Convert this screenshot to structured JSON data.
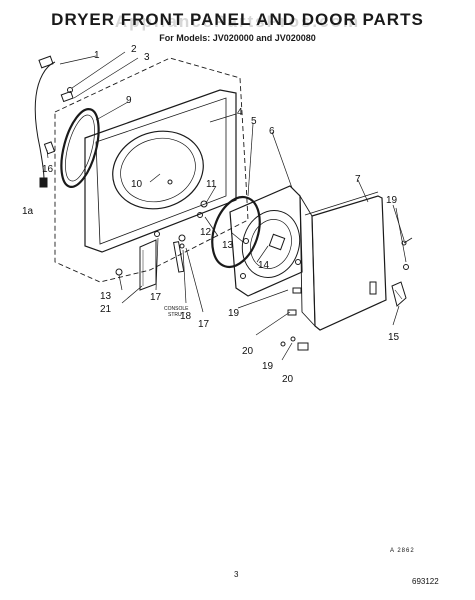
{
  "title": "DRYER FRONT PANEL AND DOOR PARTS",
  "subtitle": "For Models: JV020000 and JV020080",
  "watermark": "AppliancePartsPros.com",
  "callouts": [
    "1",
    "1a",
    "2",
    "3",
    "4",
    "5",
    "6",
    "7",
    "9",
    "10",
    "11",
    "12",
    "13",
    "13",
    "14",
    "15",
    "16",
    "17",
    "17",
    "18",
    "19",
    "19",
    "19",
    "20",
    "20",
    "21"
  ],
  "console_strut_label": [
    "CONSOLE",
    "STRUT"
  ],
  "figure_ref": "A 2862",
  "page_number": "3",
  "doc_code": "693122"
}
